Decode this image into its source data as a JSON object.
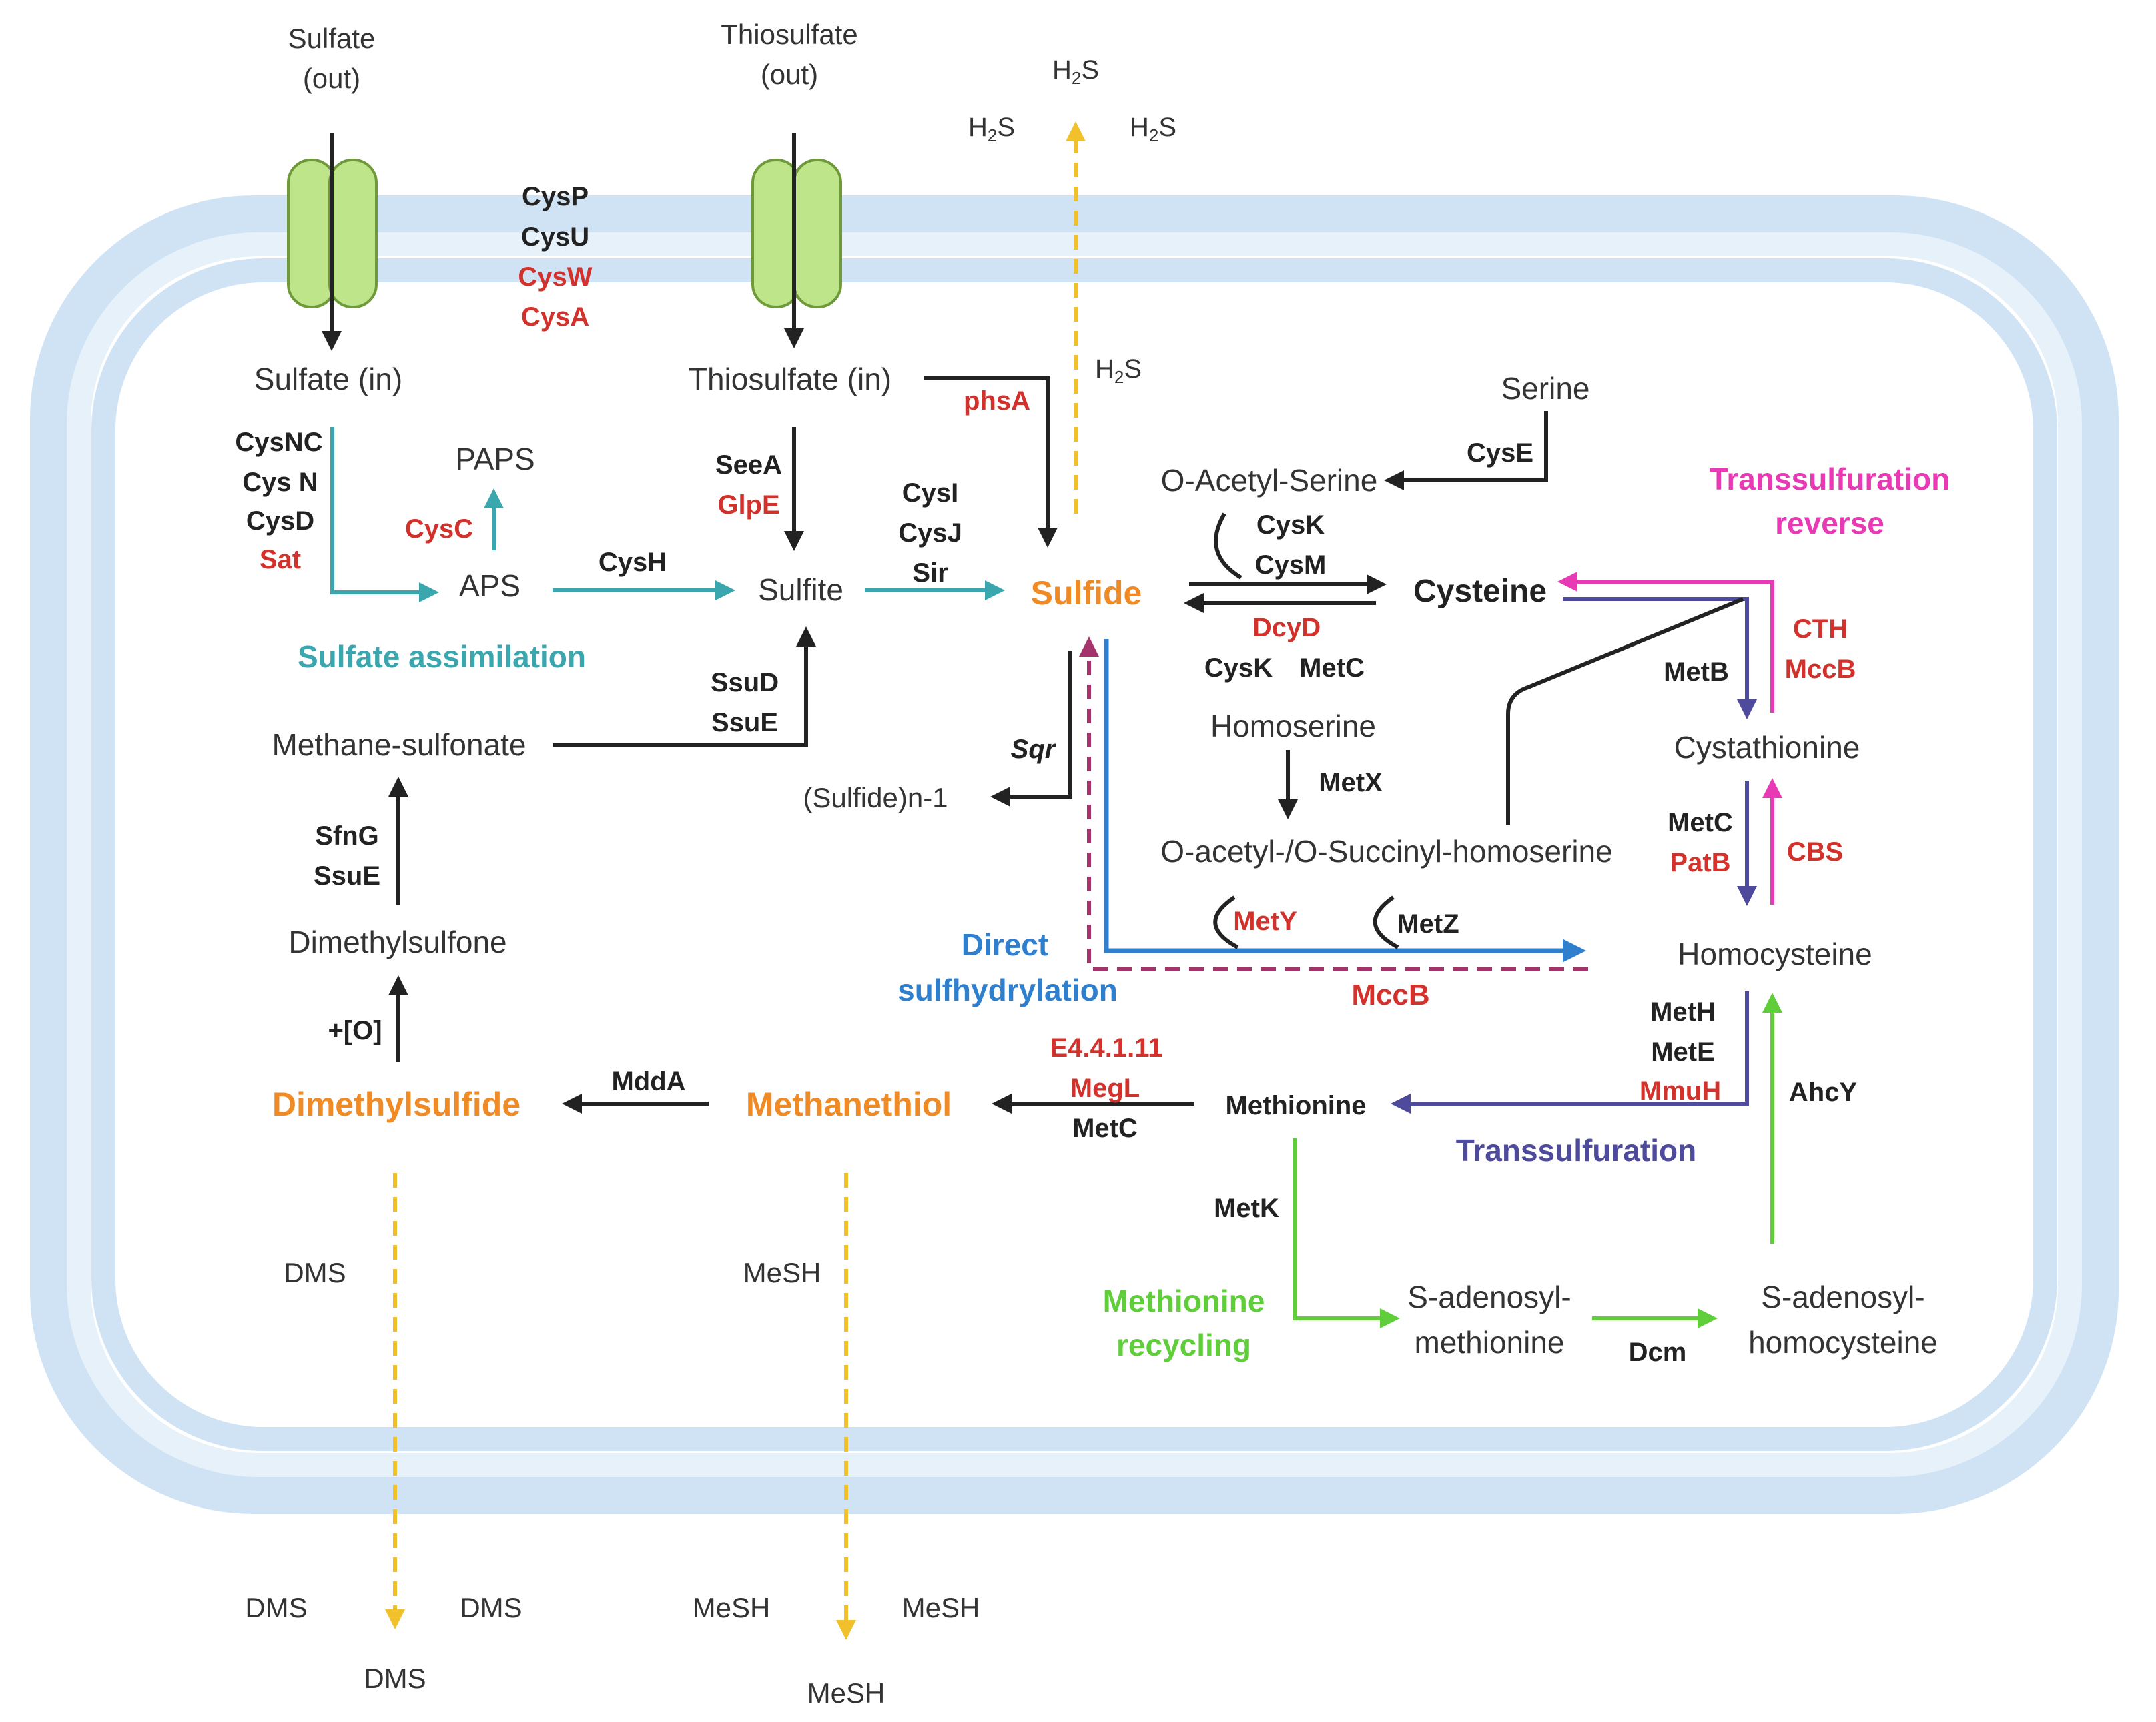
{
  "colors": {
    "black": "#222222",
    "red": "#d3312b",
    "orange": "#ef8a24",
    "teal": "#3aa6ad",
    "blue": "#2f7fcf",
    "purple": "#4e4a9c",
    "magenta": "#e83ab4",
    "green": "#5fce3a",
    "yellow": "#f0c12a",
    "maroon": "#a5336b",
    "membrane_outer": "#cfe3f5",
    "membrane_inner": "#e6f1fa",
    "transporter": "#bfe58a",
    "transporter_stroke": "#6e9a3a"
  },
  "labels": {
    "sulfate_out_1": "Sulfate",
    "sulfate_out_2": "(out)",
    "thiosulfate_out_1": "Thiosulfate",
    "thiosulfate_out_2": "(out)",
    "h2s": "H",
    "h2s_sub": "2",
    "h2s_tail": "S",
    "cysP": "CysP",
    "cysU": "CysU",
    "cysW": "CysW",
    "cysA": "CysA",
    "sulfate_in": "Sulfate (in)",
    "thiosulfate_in": "Thiosulfate (in)",
    "phsA": "phsA",
    "serine": "Serine",
    "cysE": "CysE",
    "o_acetyl_serine": "O-Acetyl-Serine",
    "transsulfuration_reverse_1": "Transsulfuration",
    "transsulfuration_reverse_2": "reverse",
    "cysNC": "CysNC",
    "cysN": "Cys N",
    "cysD": "CysD",
    "sat": "Sat",
    "paps": "PAPS",
    "cysC": "CysC",
    "aps": "APS",
    "cysH": "CysH",
    "seeA": "SeeA",
    "glpE": "GlpE",
    "sulfite": "Sulfite",
    "cysI": "CysI",
    "cysJ": "CysJ",
    "sir": "Sir",
    "sulfide": "Sulfide",
    "cysK_top": "CysK",
    "cysM": "CysM",
    "dcyD": "DcyD",
    "cysK_bottom": "CysK",
    "metC_top": "MetC",
    "cysteine": "Cysteine",
    "cth": "CTH",
    "mccB_right": "MccB",
    "metB": "MetB",
    "sulfate_assimilation": "Sulfate assimilation",
    "ssuD": "SsuD",
    "ssuE_top": "SsuE",
    "methane_sulfonate": "Methane-sulfonate",
    "homoserine": "Homoserine",
    "metX": "MetX",
    "cystathionine": "Cystathionine",
    "sqr": "Sqr",
    "sulfide_n1": "(Sulfide)n-1",
    "sfnG": "SfnG",
    "ssuE_bottom": "SsuE",
    "o_acetyl_homoserine": "O-acetyl-/O-Succinyl-homoserine",
    "metC_mid": "MetC",
    "patB": "PatB",
    "cbs": "CBS",
    "metY": "MetY",
    "metZ": "MetZ",
    "dimethylsulfone": "Dimethylsulfone",
    "direct_1": "Direct",
    "direct_2": "sulfhydrylation",
    "homocysteine": "Homocysteine",
    "mccB_bottom": "MccB",
    "plus_o": "+[O]",
    "e4": "E4.4.1.11",
    "megL": "MegL",
    "metC_bottom": "MetC",
    "metH": "MetH",
    "metE": "MetE",
    "mmuH": "MmuH",
    "mddA": "MddA",
    "dimethylsulfide": "Dimethylsulfide",
    "methanethiol": "Methanethiol",
    "methionine": "Methionine",
    "ahcY": "AhcY",
    "transsulfuration": "Transsulfuration",
    "metK": "MetK",
    "dms": "DMS",
    "mesh": "MeSH",
    "methionine_recycling_1": "Methionine",
    "methionine_recycling_2": "recycling",
    "sam_1": "S-adenosyl-",
    "sam_2": "methionine",
    "sah_1": "S-adenosyl-",
    "sah_2": "homocysteine",
    "dcm": "Dcm"
  }
}
